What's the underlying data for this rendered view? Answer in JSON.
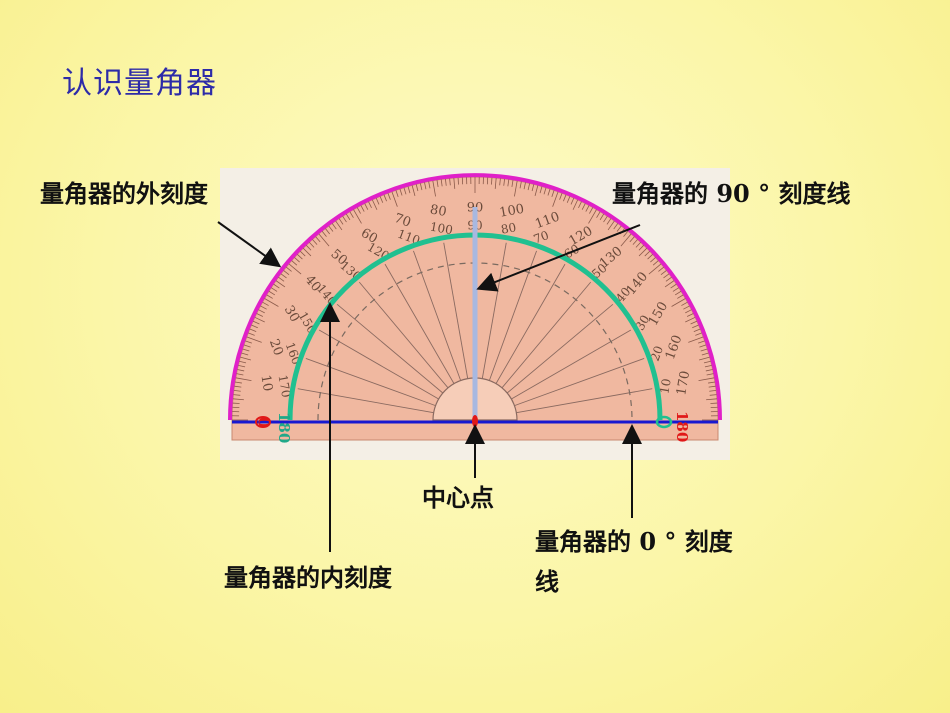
{
  "title": "认识量角器",
  "labels": {
    "outer_scale": "量角器的外刻度",
    "ninety_line": "量角器的 90 ° 刻度线",
    "center_point": "中心点",
    "zero_line_1": "量角器的 0 ° 刻度",
    "zero_line_2": "线",
    "inner_scale": "量角器的内刻度"
  },
  "scale": {
    "outer": [
      "0",
      "10",
      "20",
      "30",
      "40",
      "50",
      "60",
      "70",
      "80",
      "90",
      "100",
      "110",
      "120",
      "130",
      "140",
      "150",
      "160",
      "170",
      "180"
    ],
    "inner": [
      "180",
      "170",
      "160",
      "150",
      "140",
      "130",
      "120",
      "110",
      "100",
      "90",
      "80",
      "70",
      "60",
      "50",
      "40",
      "30",
      "20",
      "10",
      "0"
    ]
  },
  "colors": {
    "outer_arc": "#e020c8",
    "inner_arc": "#20c090",
    "baseline": "#1818d0",
    "ninety_line": "#a8b8e0",
    "protractor": "#f0b8a0"
  }
}
